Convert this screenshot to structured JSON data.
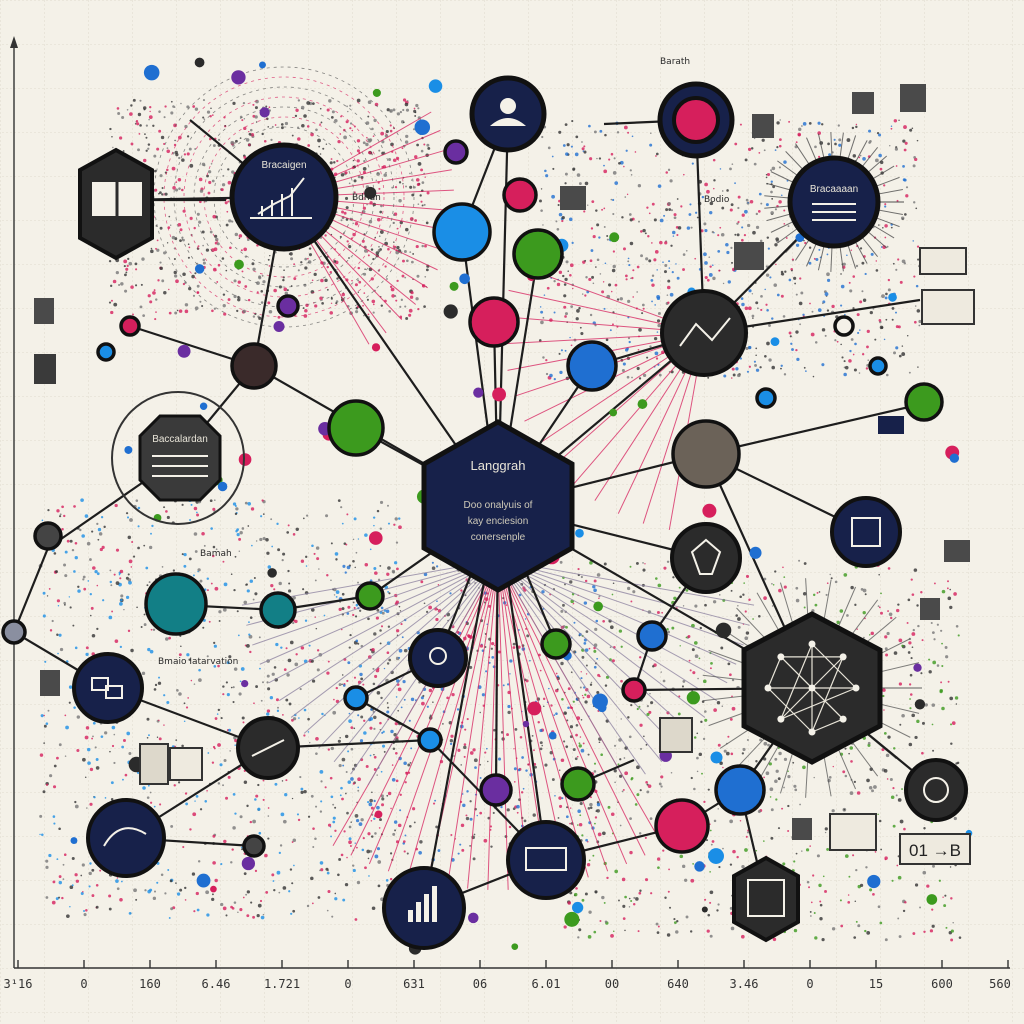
{
  "central": {
    "title": "Langgrah",
    "subtitle_1": "Doo onalyuis of",
    "subtitle_2": "kay enciesion",
    "subtitle_3": "conersenple"
  },
  "labels": {
    "top_small": "Barath",
    "upper_left_node": "Bracaigen",
    "left_tag": "Bdhan",
    "right_tag": "Bodio",
    "right_node": "Bracaaaan",
    "left_badge": "Baccalardan",
    "left_mid": "Bamah",
    "lower_left": "Bmaio Iatarvation",
    "bottom_right_box": "01 →B"
  },
  "axis": {
    "x_ticks": [
      "3¹16",
      "0",
      "160",
      "6.46",
      "1.721",
      "0",
      "631",
      "06",
      "6.01",
      "00",
      "640",
      "3.46",
      "0",
      "15",
      "600",
      "560"
    ]
  },
  "palette": {
    "navy": "#17214a",
    "dark": "#2b2b2b",
    "blue": "#1f6fd1",
    "sky": "#1a8ee6",
    "green": "#3c9a1e",
    "magenta": "#d61f5c",
    "purple": "#6a2ea0",
    "teal": "#127f86",
    "taupe": "#6b6258",
    "cream": "#f4f1e8"
  }
}
